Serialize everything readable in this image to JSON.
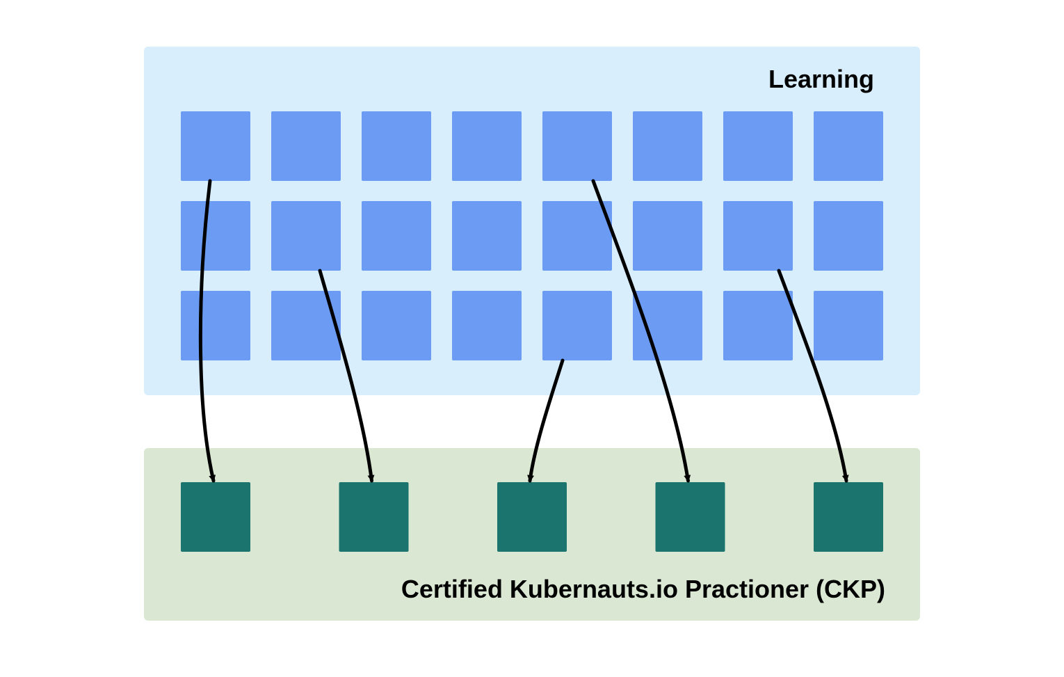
{
  "learning_panel": {
    "label": "Learning",
    "background_color": "#d9eefc",
    "module_color": "#6b9bf2",
    "rows": 3,
    "columns": 8
  },
  "certification_panel": {
    "label": "Certified Kubernauts.io Practioner (CKP)",
    "background_color": "#dae8d3",
    "module_color": "#1b746d",
    "count": 5
  },
  "arrow_color": "#000000",
  "mappings": [
    {
      "from": {
        "row": 1,
        "col": 1
      },
      "to": 1
    },
    {
      "from": {
        "row": 2,
        "col": 2
      },
      "to": 2
    },
    {
      "from": {
        "row": 3,
        "col": 5
      },
      "to": 3
    },
    {
      "from": {
        "row": 1,
        "col": 5
      },
      "to": 4
    },
    {
      "from": {
        "row": 2,
        "col": 7
      },
      "to": 5
    }
  ]
}
